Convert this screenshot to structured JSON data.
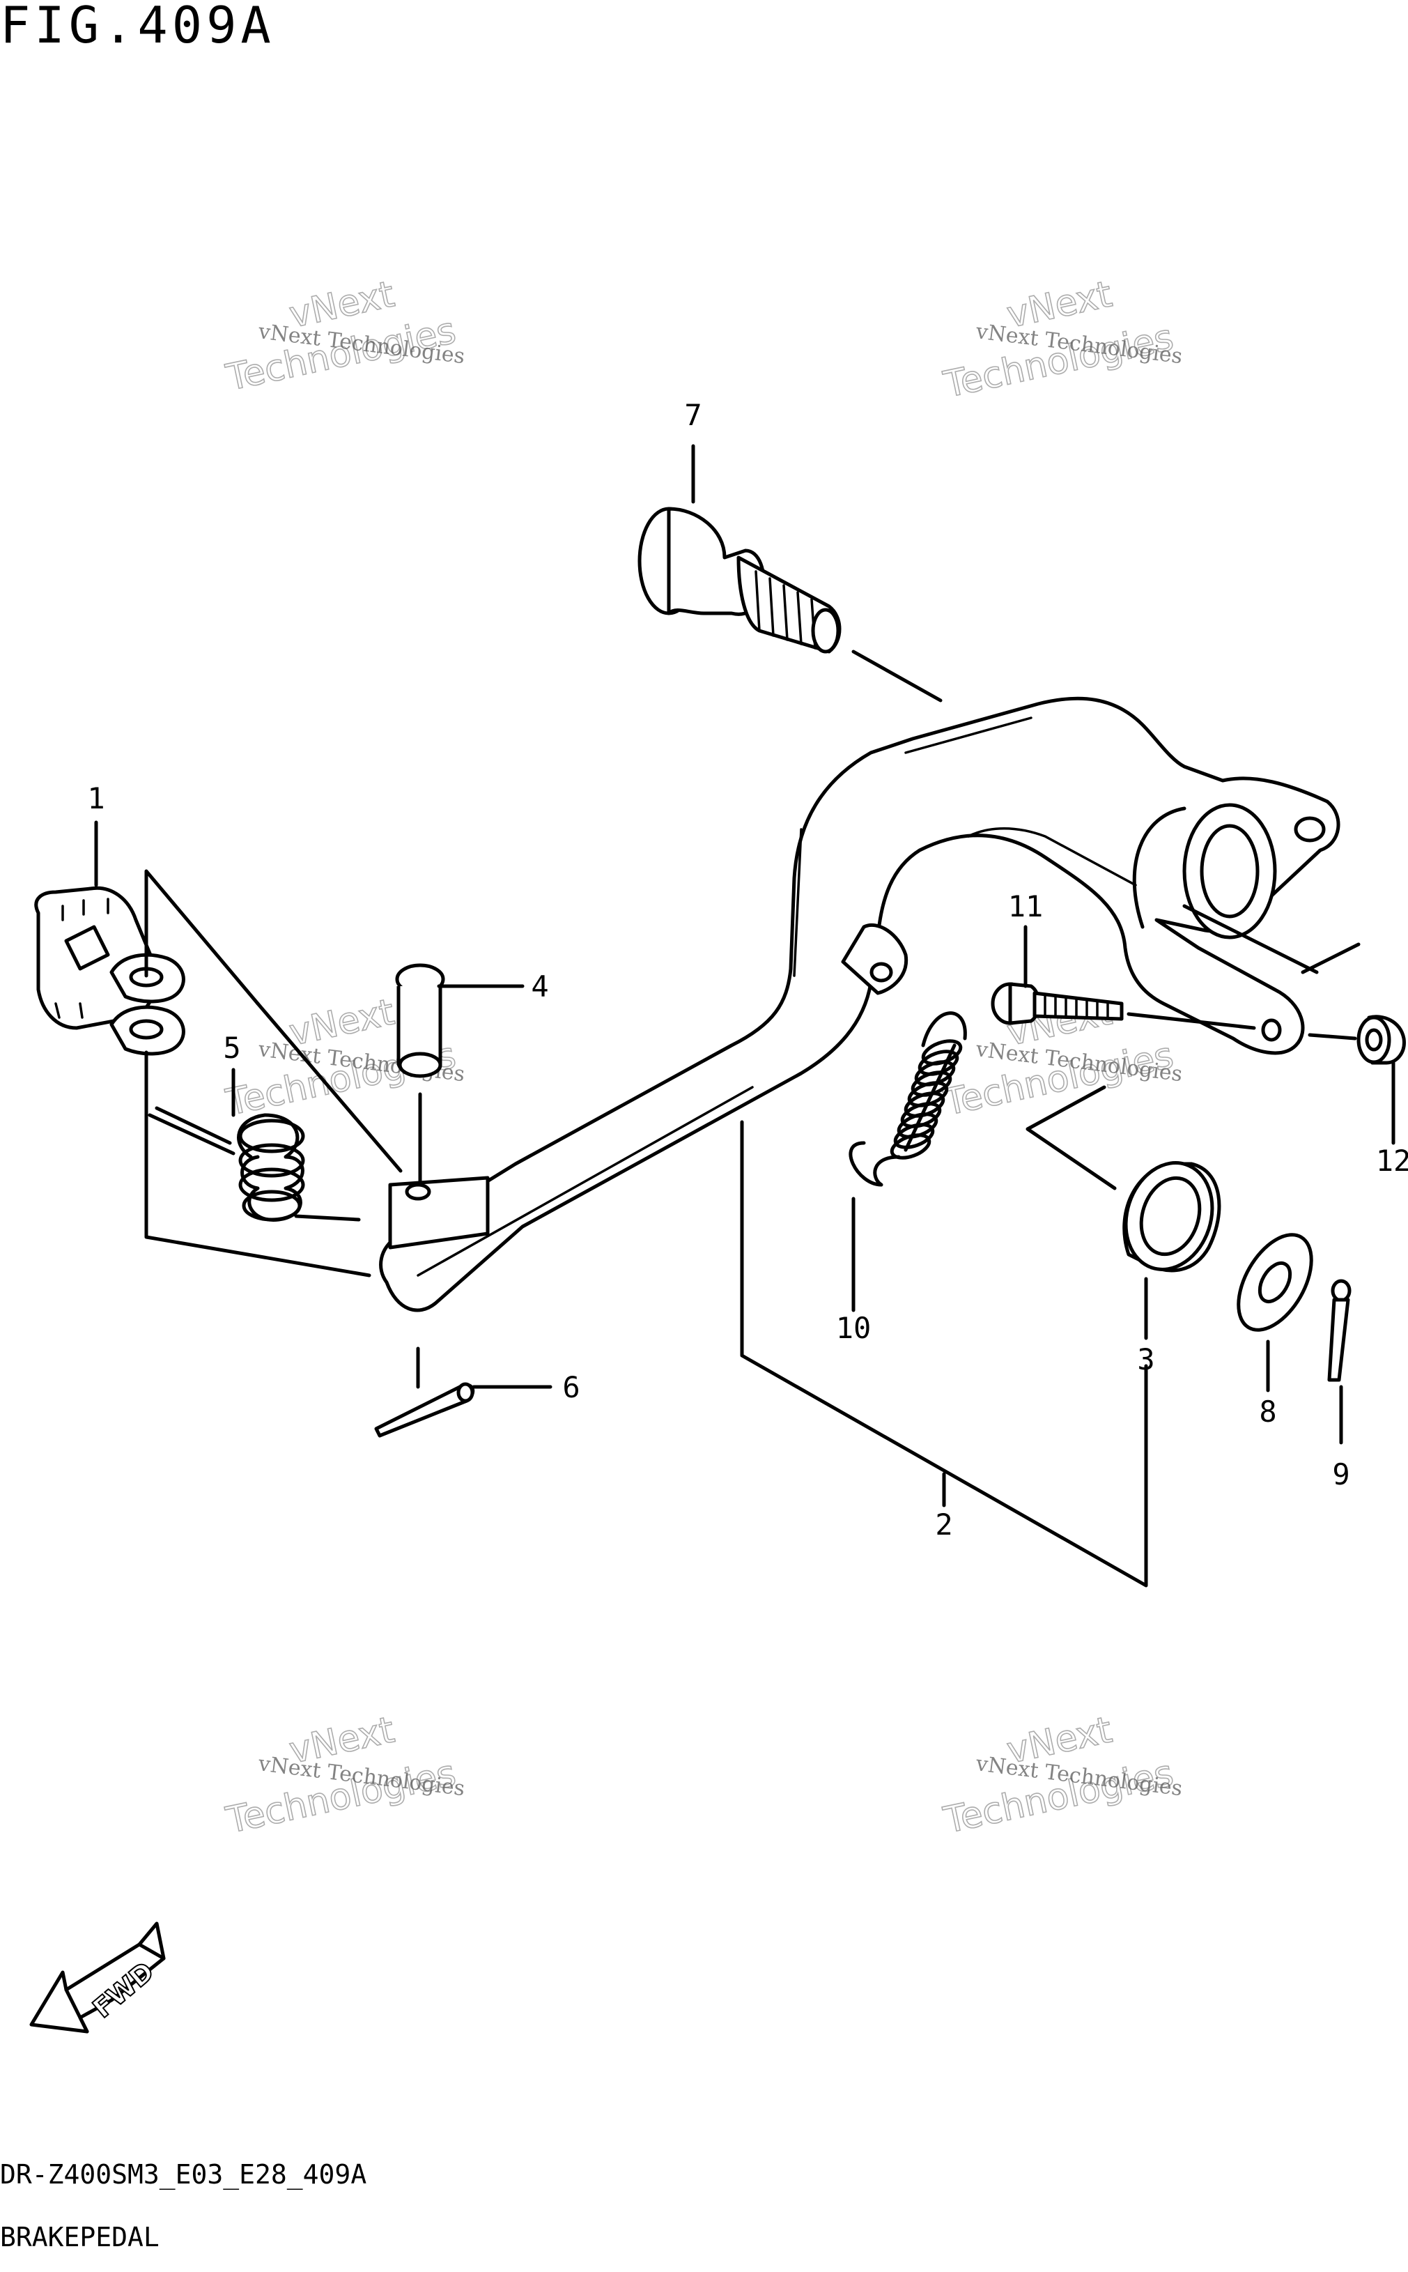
{
  "figure": {
    "title": "FIG.409A",
    "model_code": "DR-Z400SM3_E03_E28_409A",
    "name": "BRAKEPEDAL"
  },
  "callouts": [
    "1",
    "2",
    "3",
    "4",
    "5",
    "6",
    "7",
    "8",
    "9",
    "10",
    "11",
    "12"
  ],
  "watermark": {
    "line1": "vNext Technologies",
    "line2": "Technologies",
    "line3": "vNext"
  },
  "direction_badge": {
    "label": "FWD",
    "icon": "forward-arrow-icon"
  }
}
